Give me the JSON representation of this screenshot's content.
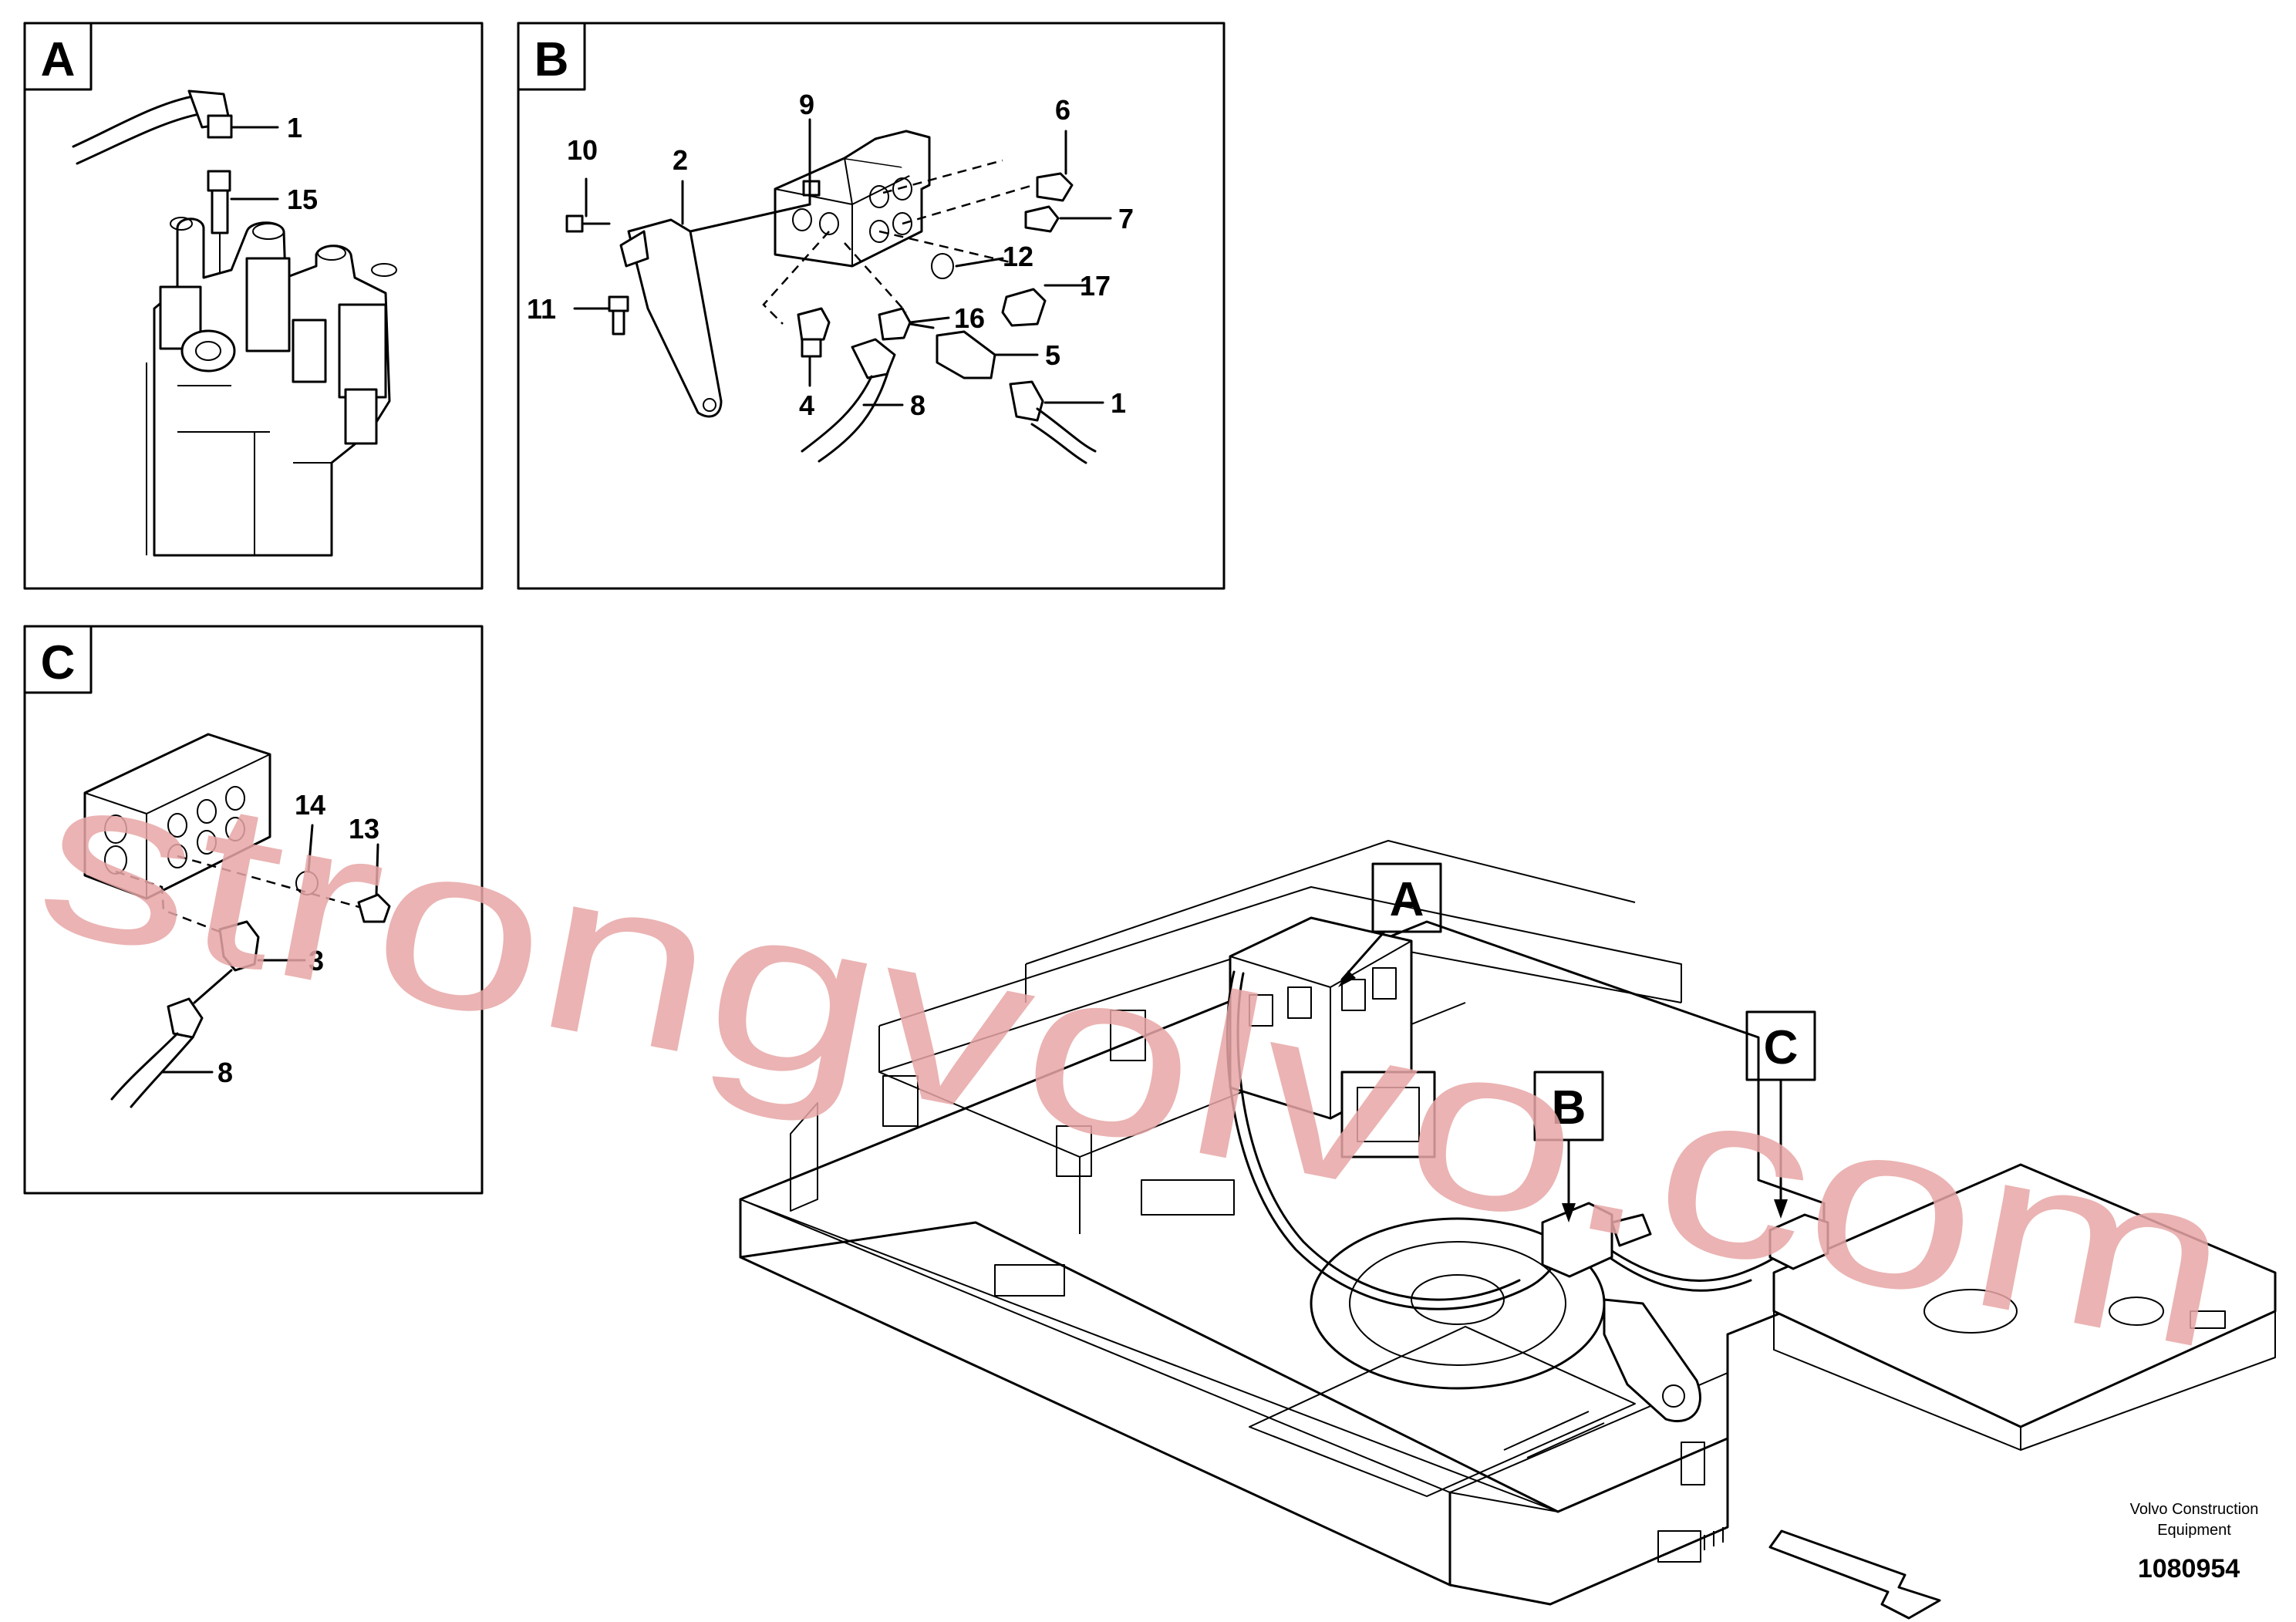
{
  "panels": [
    {
      "letter": "A",
      "callouts": [
        "1",
        "15"
      ]
    },
    {
      "letter": "B",
      "callouts": [
        "9",
        "10",
        "2",
        "6",
        "7",
        "12",
        "17",
        "11",
        "16",
        "5",
        "4",
        "8",
        "1"
      ]
    },
    {
      "letter": "C",
      "callouts": [
        "14",
        "13",
        "3",
        "8"
      ]
    }
  ],
  "overview_flags": [
    "A",
    "B",
    "C"
  ],
  "watermark": "strongvolvo.com",
  "footer": {
    "company_line1": "Volvo Construction",
    "company_line2": "Equipment",
    "doc_number": "1080954"
  }
}
